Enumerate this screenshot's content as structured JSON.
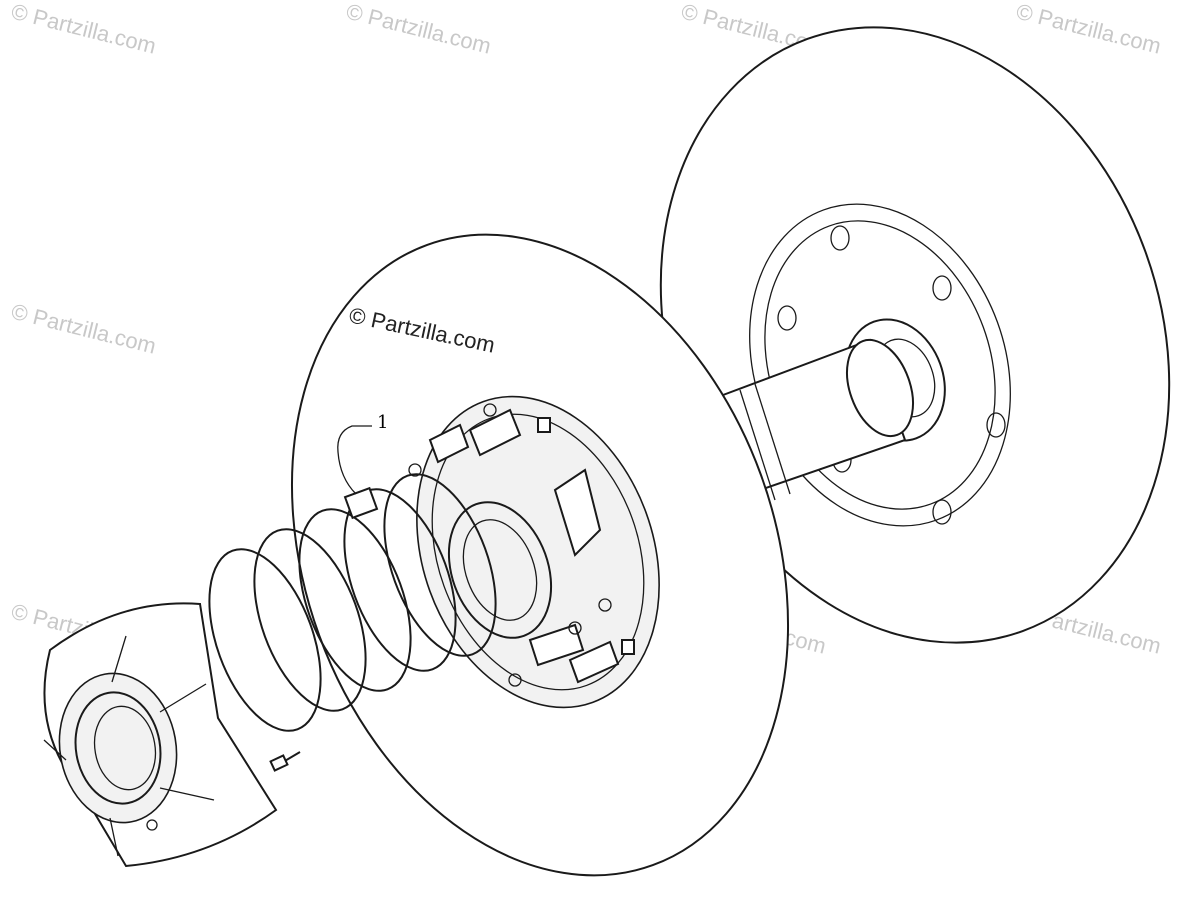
{
  "watermarks": {
    "main": "© Partzilla.com",
    "repeat": "© Partzilla.com"
  },
  "callouts": [
    {
      "label": "1"
    }
  ],
  "colors": {
    "line": "#1a1a1a",
    "watermark": "#c8c8c8",
    "background": "#ffffff"
  }
}
